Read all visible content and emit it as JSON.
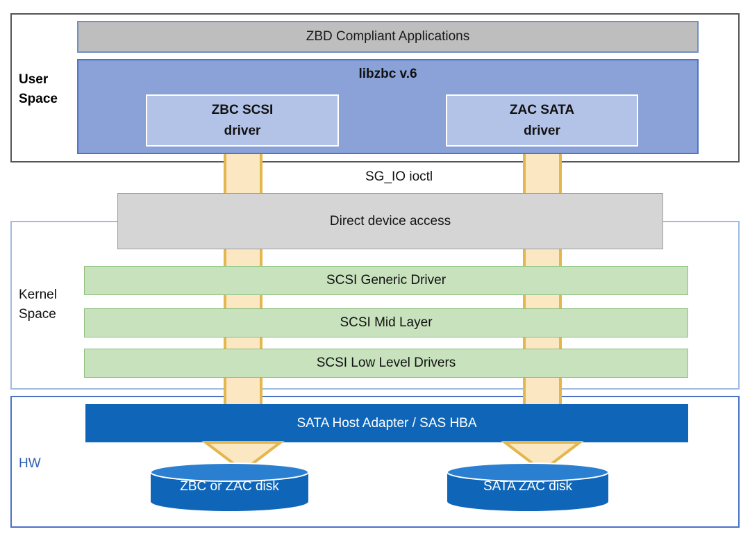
{
  "regions": {
    "user_space": "User\nSpace",
    "kernel_space": "Kernel\nSpace",
    "hw": "HW"
  },
  "blocks": {
    "apps": "ZBD Compliant Applications",
    "libzbc": "libzbc v.6",
    "zbc_driver": "ZBC SCSI\ndriver",
    "zac_driver": "ZAC SATA\ndriver",
    "sg_io": "SG_IO ioctl",
    "direct_access": "Direct device access",
    "scsi_generic": "SCSI Generic Driver",
    "scsi_mid": "SCSI Mid Layer",
    "scsi_low": "SCSI Low Level Drivers",
    "hba": "SATA Host Adapter / SAS HBA"
  },
  "disks": {
    "left": "ZBC or ZAC disk",
    "right": "SATA ZAC disk"
  },
  "colors": {
    "user_frame": "#555555",
    "kernel_frame": "#9dbce0",
    "hw_frame": "#4a72c4",
    "apps": "#bebebe",
    "libzbc": "#8aa2d8",
    "driver": "#b3c3e8",
    "direct_access": "#d5d5d5",
    "scsi_layers": "#c7e2bd",
    "hba": "#0f66b8",
    "disk": "#0f66b8",
    "arrow_fill": "#fbe7c2",
    "arrow_border": "#e3b64e"
  }
}
